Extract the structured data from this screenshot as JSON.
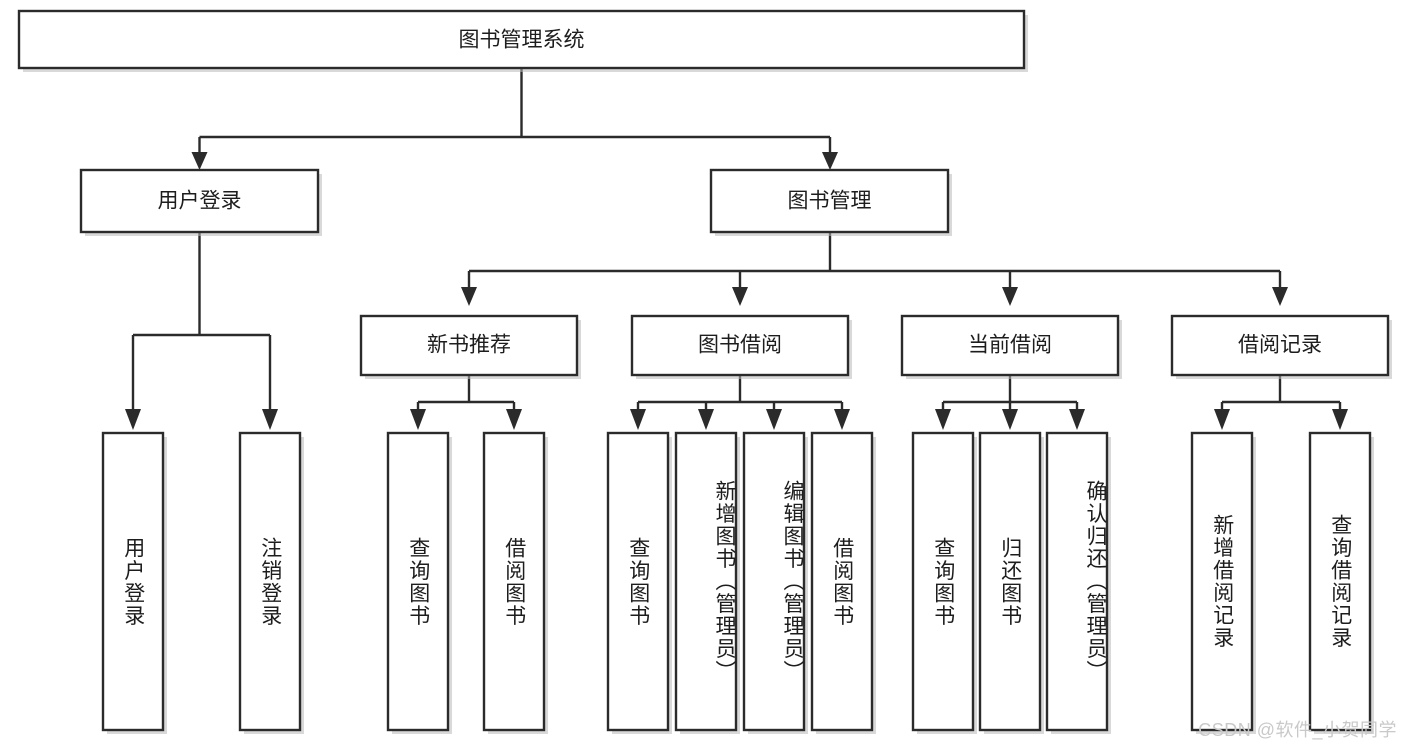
{
  "diagram": {
    "type": "tree",
    "title": "图书管理系统",
    "orientation": "top-down",
    "colors": {
      "box_stroke": "#2b2b2b",
      "box_fill": "#ffffff",
      "connector": "#2b2b2b",
      "text": "#1d1d1d",
      "watermark": "#c9c9c9",
      "background": "#ffffff"
    },
    "root": {
      "id": "root",
      "label": "图书管理系统"
    },
    "level2": [
      {
        "id": "user-login",
        "label": "用户登录"
      },
      {
        "id": "book-management",
        "label": "图书管理"
      }
    ],
    "level3": [
      {
        "id": "new-book-recommend",
        "label": "新书推荐",
        "parent": "book-management"
      },
      {
        "id": "book-borrow",
        "label": "图书借阅",
        "parent": "book-management"
      },
      {
        "id": "current-borrow",
        "label": "当前借阅",
        "parent": "book-management"
      },
      {
        "id": "borrow-record",
        "label": "借阅记录",
        "parent": "book-management"
      }
    ],
    "leaves": [
      {
        "id": "leaf-user-login",
        "label": "用户登录",
        "parent": "user-login"
      },
      {
        "id": "leaf-user-logout",
        "label": "注销登录",
        "parent": "user-login"
      },
      {
        "id": "leaf-query-book-1",
        "label": "查询图书",
        "parent": "new-book-recommend"
      },
      {
        "id": "leaf-borrow-book-1",
        "label": "借阅图书",
        "parent": "new-book-recommend"
      },
      {
        "id": "leaf-query-book-2",
        "label": "查询图书",
        "parent": "book-borrow"
      },
      {
        "id": "leaf-add-book",
        "label": "新增图书（管理员）",
        "parent": "book-borrow"
      },
      {
        "id": "leaf-edit-book",
        "label": "编辑图书（管理员）",
        "parent": "book-borrow"
      },
      {
        "id": "leaf-borrow-book-2",
        "label": "借阅图书",
        "parent": "book-borrow"
      },
      {
        "id": "leaf-query-book-3",
        "label": "查询图书",
        "parent": "current-borrow"
      },
      {
        "id": "leaf-return-book",
        "label": "归还图书",
        "parent": "current-borrow"
      },
      {
        "id": "leaf-confirm-return",
        "label": "确认归还（管理员）",
        "parent": "current-borrow"
      },
      {
        "id": "leaf-add-record",
        "label": "新增借阅记录",
        "parent": "borrow-record"
      },
      {
        "id": "leaf-query-record",
        "label": "查询借阅记录",
        "parent": "borrow-record"
      }
    ]
  },
  "watermark": {
    "text": "CSDN @软件_小贺同学"
  }
}
